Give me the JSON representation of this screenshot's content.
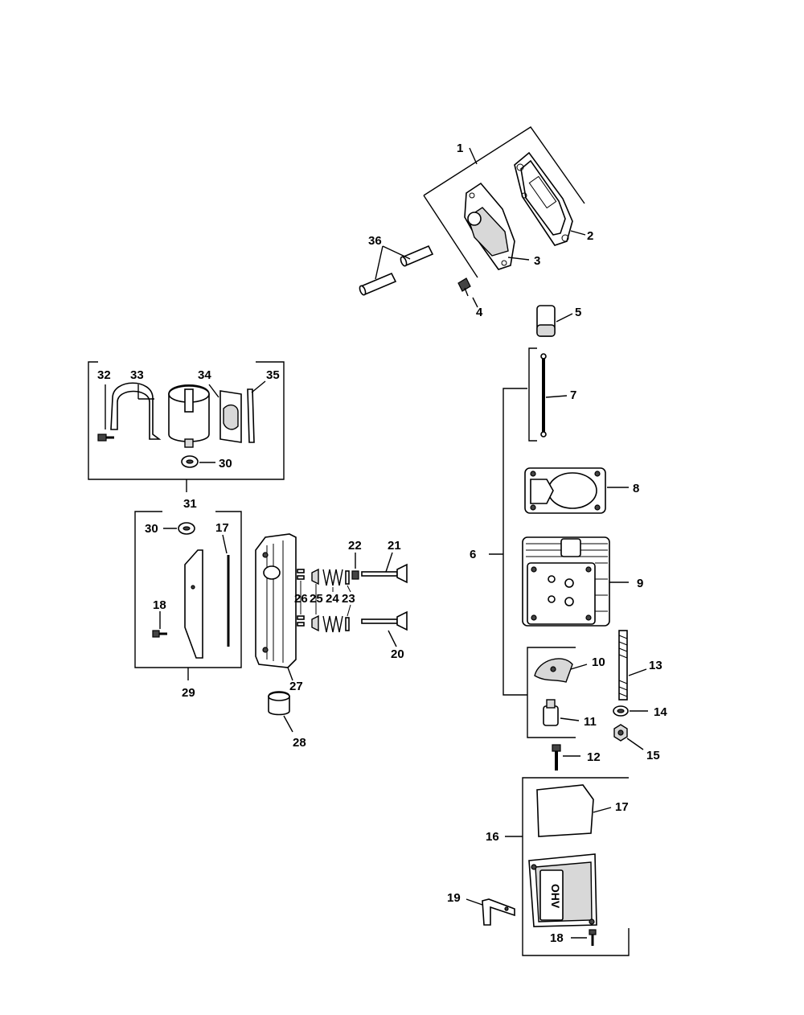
{
  "labels": {
    "l1": "1",
    "l2": "2",
    "l3": "3",
    "l4": "4",
    "l5": "5",
    "l6": "6",
    "l7": "7",
    "l8": "8",
    "l9": "9",
    "l10": "10",
    "l11": "11",
    "l12": "12",
    "l13": "13",
    "l14": "14",
    "l15": "15",
    "l16": "16",
    "l17a": "17",
    "l17b": "17",
    "l18a": "18",
    "l18b": "18",
    "l19": "19",
    "l20": "20",
    "l21": "21",
    "l22": "22",
    "l23": "23",
    "l24": "24",
    "l25": "25",
    "l26": "26",
    "l27": "27",
    "l28": "28",
    "l29": "29",
    "l30a": "30",
    "l30b": "30",
    "l31": "31",
    "l32": "32",
    "l33": "33",
    "l34": "34",
    "l35": "35",
    "l36": "36"
  },
  "cover_logo": "OHV"
}
